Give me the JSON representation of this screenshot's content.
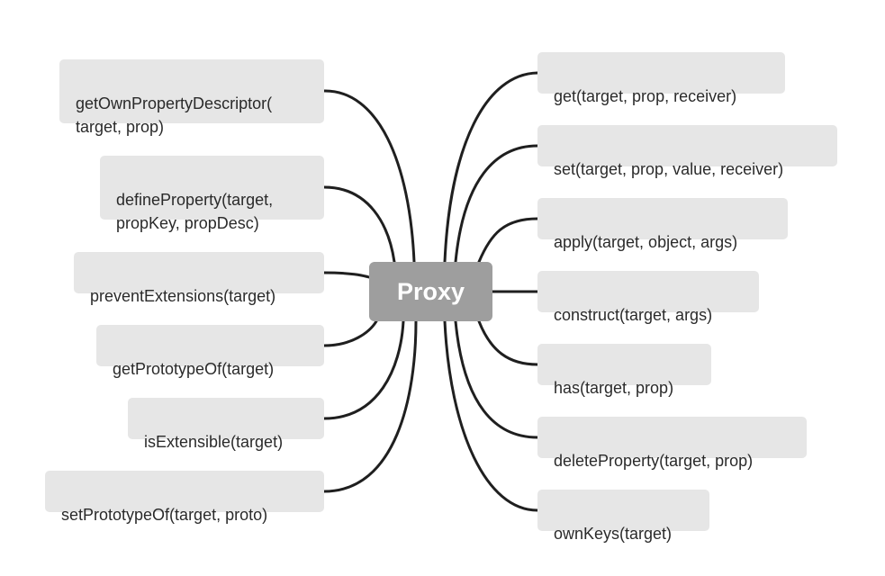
{
  "center": {
    "label": "Proxy"
  },
  "left_nodes": [
    {
      "label": "getOwnPropertyDescriptor(\ntarget, prop)"
    },
    {
      "label": "defineProperty(target,\npropKey, propDesc)"
    },
    {
      "label": "preventExtensions(target)"
    },
    {
      "label": "getPrototypeOf(target)"
    },
    {
      "label": "isExtensible(target)"
    },
    {
      "label": "setPrototypeOf(target, proto)"
    }
  ],
  "right_nodes": [
    {
      "label": "get(target, prop, receiver)"
    },
    {
      "label": "set(target, prop, value, receiver)"
    },
    {
      "label": "apply(target, object, args)"
    },
    {
      "label": "construct(target, args)"
    },
    {
      "label": "has(target, prop)"
    },
    {
      "label": "deleteProperty(target, prop)"
    },
    {
      "label": "ownKeys(target)"
    }
  ],
  "colors": {
    "connector": "#1f1f1f",
    "node_fill": "#e6e6e6",
    "center_fill": "#9e9e9e"
  }
}
